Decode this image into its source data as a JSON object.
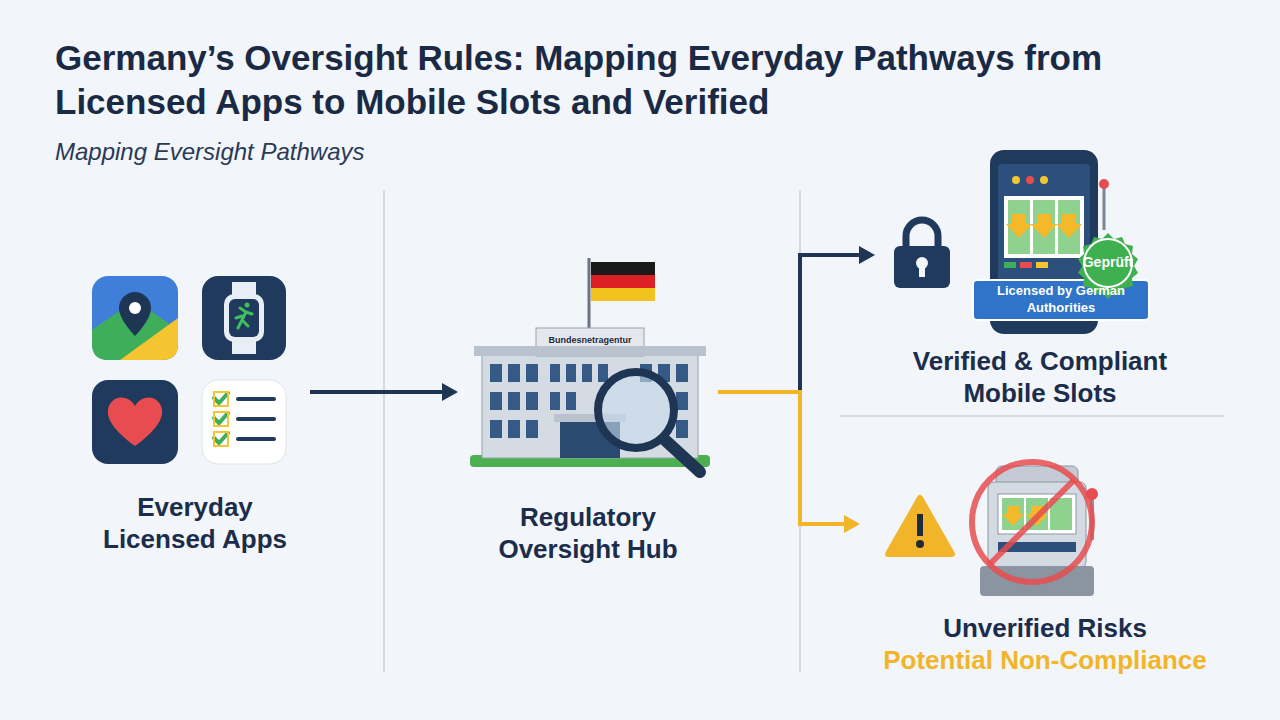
{
  "diagram": {
    "title": "Germany’s Oversight Rules: Mapping Everyday Pathways from Licensed Apps to Mobile Slots and Verified",
    "nodes": [
      {
        "text": [
          "Everyday Licensed Apps"
        ]
      },
      {
        "text": [
          "Regulatory Oversight Hub"
        ]
      },
      {
        "text": [
          "Verified & Compliant Mobile Slots"
        ]
      },
      {
        "text": [
          "Unverified Risks",
          "Potential Non-Compliance"
        ]
      }
    ],
    "edges": [
      {
        "from": 0,
        "to": 1,
        "arrow": "to"
      },
      {
        "from": 1,
        "to": 2,
        "arrow": "to"
      },
      {
        "from": 1,
        "to": 3,
        "arrow": "to"
      }
    ],
    "labels": [
      "Mapping Eversight Pathways",
      "Bundesnetragentur",
      "Geprüft",
      "Licensed by German Authorities"
    ]
  }
}
